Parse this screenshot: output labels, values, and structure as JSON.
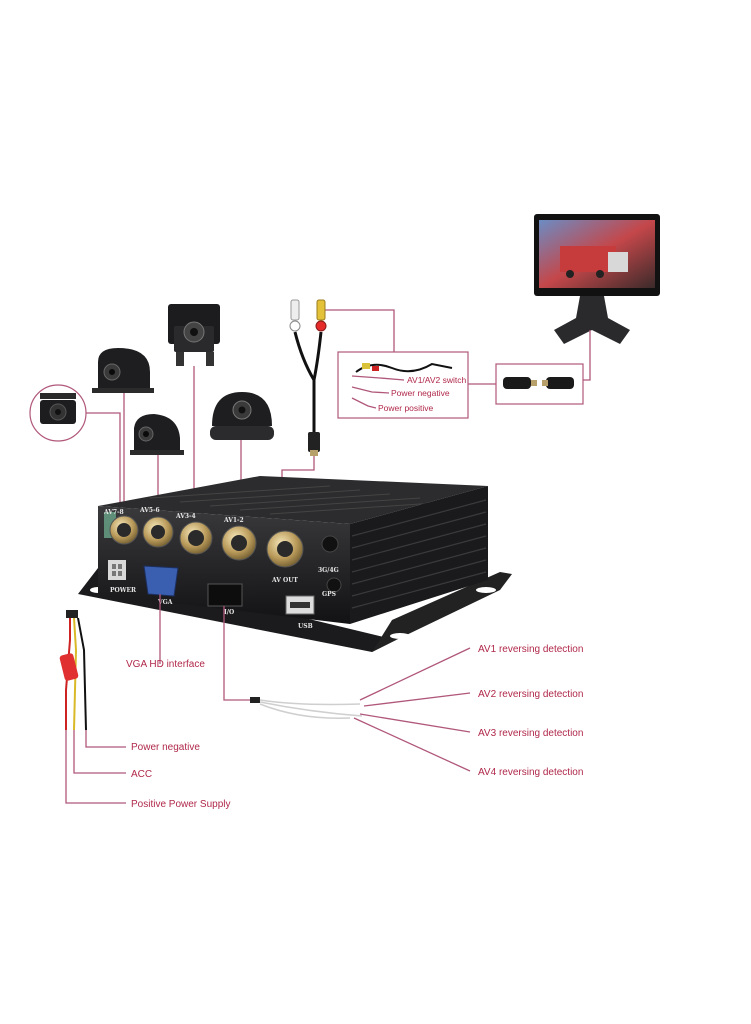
{
  "callouts": {
    "vga": "VGA HD interface",
    "power_negative": "Power negative",
    "acc": "ACC",
    "positive_power_supply": "Positive Power Supply",
    "av1_detection": "AV1 reversing detection",
    "av2_detection": "AV2 reversing detection",
    "av3_detection": "AV3 reversing detection",
    "av4_detection": "AV4 reversing detection"
  },
  "av_cable_box": {
    "switch": "AV1/AV2 switch",
    "power_negative": "Power negative",
    "power_positive": "Power positive"
  },
  "device_ports": {
    "av78": "AV7-8",
    "av56": "AV5-6",
    "av34": "AV3-4",
    "av12": "AV1-2",
    "av_out": "AV OUT",
    "net": "3G/4G",
    "gps": "GPS",
    "power": "POWER",
    "vga": "VGA",
    "io": "I/O",
    "usb": "USB"
  },
  "colors": {
    "callout_line": "#b0577a",
    "callout_text": "#b0284a",
    "device_body": "#1c1c1e"
  }
}
